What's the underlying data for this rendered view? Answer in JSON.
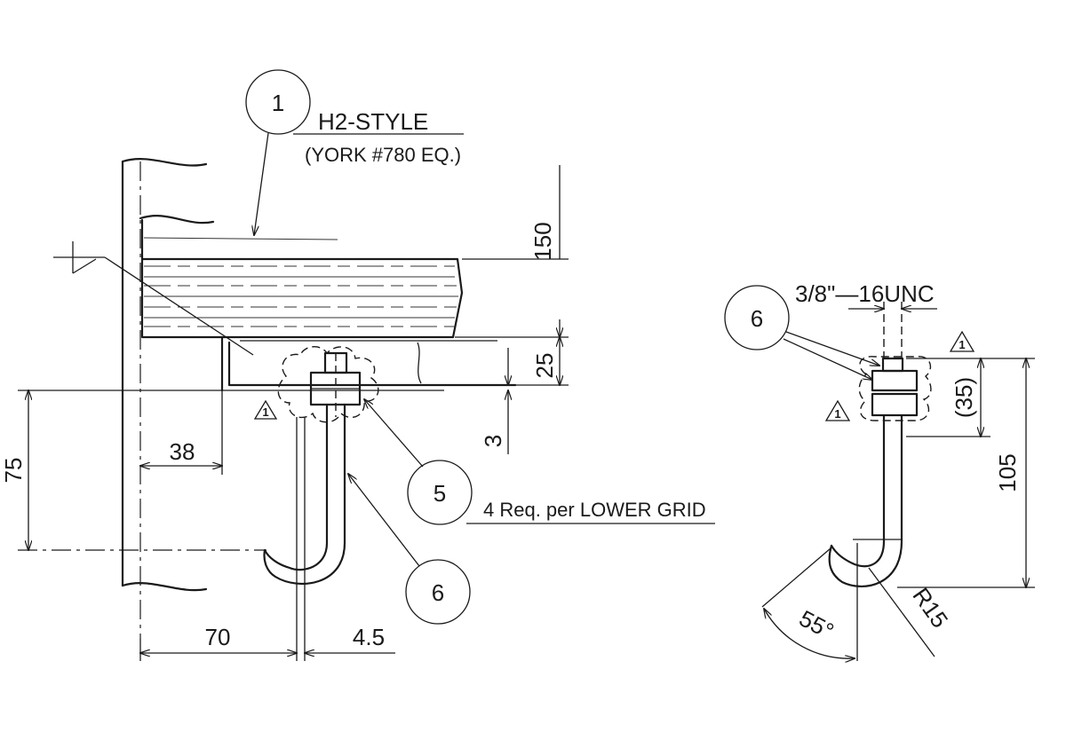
{
  "part1": {
    "balloon": "1",
    "title": "H2-STYLE",
    "subtitle": "(YORK #780 EQ.)"
  },
  "balloons": {
    "nut": "5",
    "bolt": "6",
    "detail_bolt": "6"
  },
  "revision_mark": "1",
  "note": "4 Req. per LOWER GRID",
  "thread_spec": "3/8\"—16UNC",
  "dimensions": {
    "d150": "150",
    "d25": "25",
    "d3": "3",
    "d75": "75",
    "d38": "38",
    "d70": "70",
    "d4_5": "4.5",
    "d35": "(35)",
    "d105": "105",
    "d55": "55°",
    "r15": "R15"
  }
}
